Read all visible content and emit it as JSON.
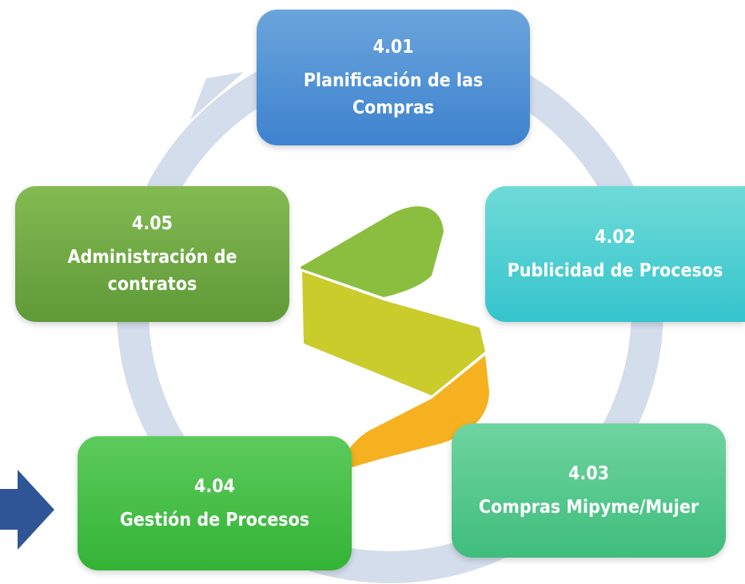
{
  "colors": {
    "ring": "#d3ddec",
    "arrow": "#2f5597",
    "logo_green": "#8bbe3f",
    "logo_lime": "#c9cc2b",
    "logo_orange": "#f5b120"
  },
  "nodes": [
    {
      "number": "4.01",
      "label": "Planificación de las Compras",
      "color": "#4a8fd6"
    },
    {
      "number": "4.02",
      "label": "Publicidad de Procesos",
      "color": "#46cdd2"
    },
    {
      "number": "4.03",
      "label": "Compras Mipyme/Mujer",
      "color": "#4cc487"
    },
    {
      "number": "4.04",
      "label": "Gestión de Procesos",
      "color": "#3dba40"
    },
    {
      "number": "4.05",
      "label": "Administración de contratos",
      "color": "#6ea843"
    }
  ],
  "indicator": {
    "icon": "right-arrow-icon",
    "points_to": "4.04"
  }
}
